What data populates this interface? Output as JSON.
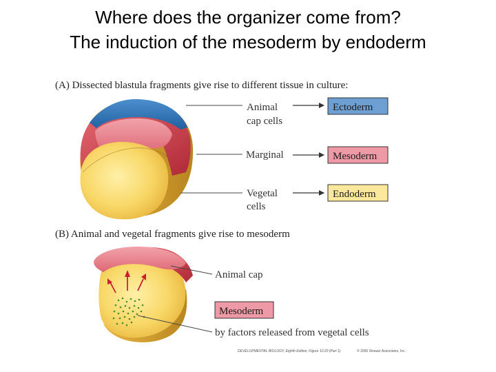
{
  "title": {
    "line1": "Where does the organizer come from?",
    "line2": "The induction of the mesoderm by endoderm"
  },
  "panel_a": {
    "caption": "(A)  Dissected blastula fragments give rise to different tissue in culture:",
    "labels": {
      "animal_line1": "Animal",
      "animal_line2": "cap cells",
      "marginal": "Marginal",
      "vegetal_line1": "Vegetal",
      "vegetal_line2": "cells"
    },
    "boxes": {
      "ectoderm": "Ectoderm",
      "mesoderm": "Mesoderm",
      "endoderm": "Endoderm"
    }
  },
  "panel_b": {
    "caption": "(B)  Animal and vegetal fragments give rise to mesoderm",
    "animal_cap": "Animal cap",
    "mesoderm_box": "Mesoderm",
    "factors_text": "by factors released from vegetal cells"
  },
  "credit": {
    "left": "DEVELOPMENTAL BIOLOGY, Eighth Edition, Figure 10.20 (Part 1)",
    "right": "© 2006 Sinauer Associates, Inc."
  },
  "colors": {
    "ectoderm_box": "#6d9fd3",
    "mesoderm_box": "#ee9aa6",
    "endoderm_box": "#fbe89a",
    "animal_blue": "#2e74b5",
    "marginal_red": "#cc3f4d",
    "vegetal_yellow": "#f6cf55",
    "arrow_red": "#c8202e"
  }
}
